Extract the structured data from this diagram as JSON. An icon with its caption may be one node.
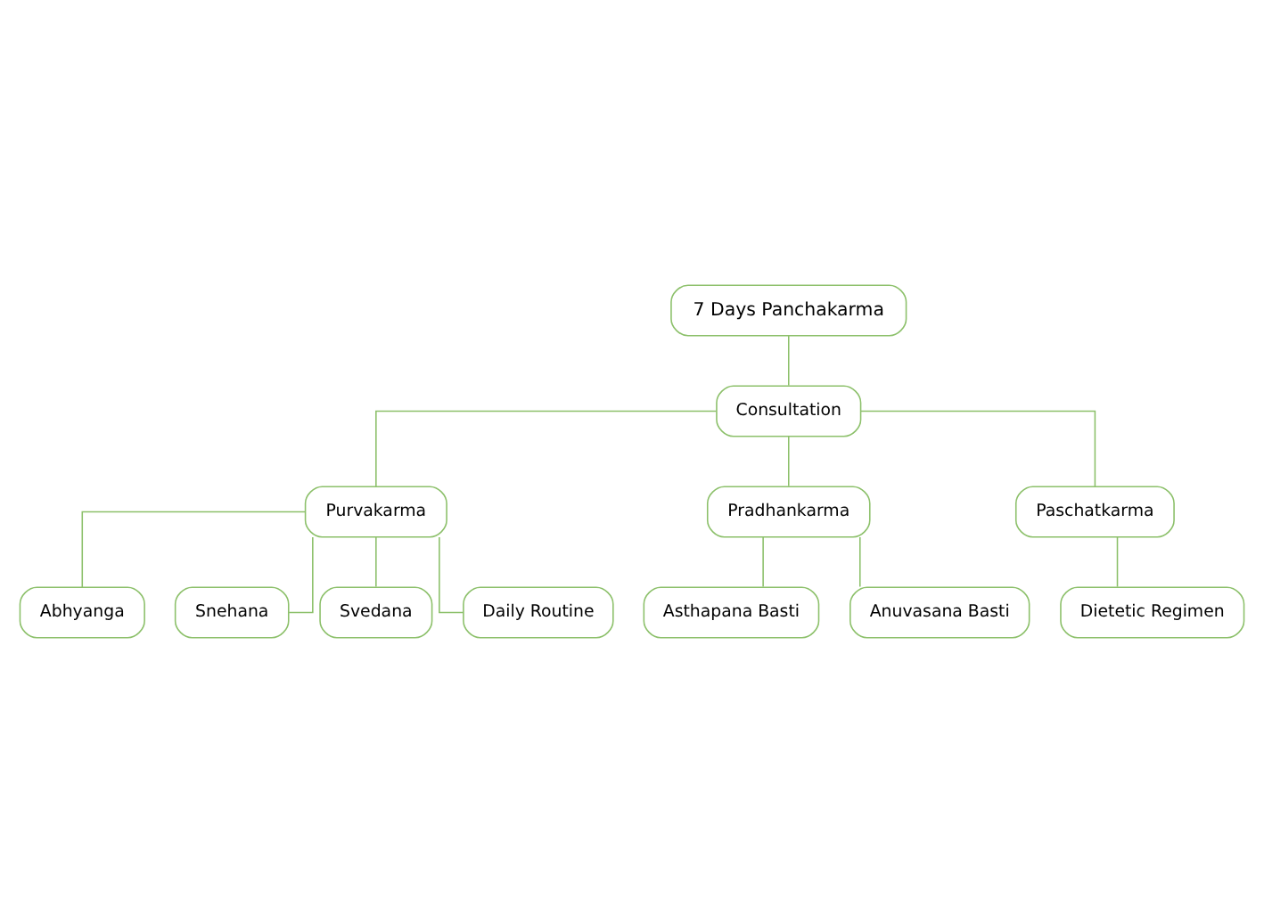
{
  "diagram": {
    "nodes": [
      {
        "text": [
          "7 Days Panchakarma"
        ]
      },
      {
        "text": [
          "Consultation"
        ]
      },
      {
        "text": [
          "Purvakarma"
        ]
      },
      {
        "text": [
          "Pradhankarma"
        ]
      },
      {
        "text": [
          "Paschatkarma"
        ]
      },
      {
        "text": [
          "Abhyanga"
        ]
      },
      {
        "text": [
          "Snehana"
        ]
      },
      {
        "text": [
          "Svedana"
        ]
      },
      {
        "text": [
          "Daily Routine"
        ]
      },
      {
        "text": [
          "Asthapana Basti"
        ]
      },
      {
        "text": [
          "Anuvasana Basti"
        ]
      },
      {
        "text": [
          "Dietetic Regimen"
        ]
      }
    ],
    "edges": [
      {
        "from": 0,
        "to": 1,
        "arrow": "none"
      },
      {
        "from": 1,
        "to": 2,
        "arrow": "none"
      },
      {
        "from": 1,
        "to": 3,
        "arrow": "none"
      },
      {
        "from": 1,
        "to": 4,
        "arrow": "none"
      },
      {
        "from": 2,
        "to": 5,
        "arrow": "none"
      },
      {
        "from": 2,
        "to": 6,
        "arrow": "none"
      },
      {
        "from": 2,
        "to": 7,
        "arrow": "none"
      },
      {
        "from": 2,
        "to": 8,
        "arrow": "none"
      },
      {
        "from": 3,
        "to": 9,
        "arrow": "none"
      },
      {
        "from": 3,
        "to": 10,
        "arrow": "none"
      },
      {
        "from": 4,
        "to": 11,
        "arrow": "none"
      }
    ]
  }
}
